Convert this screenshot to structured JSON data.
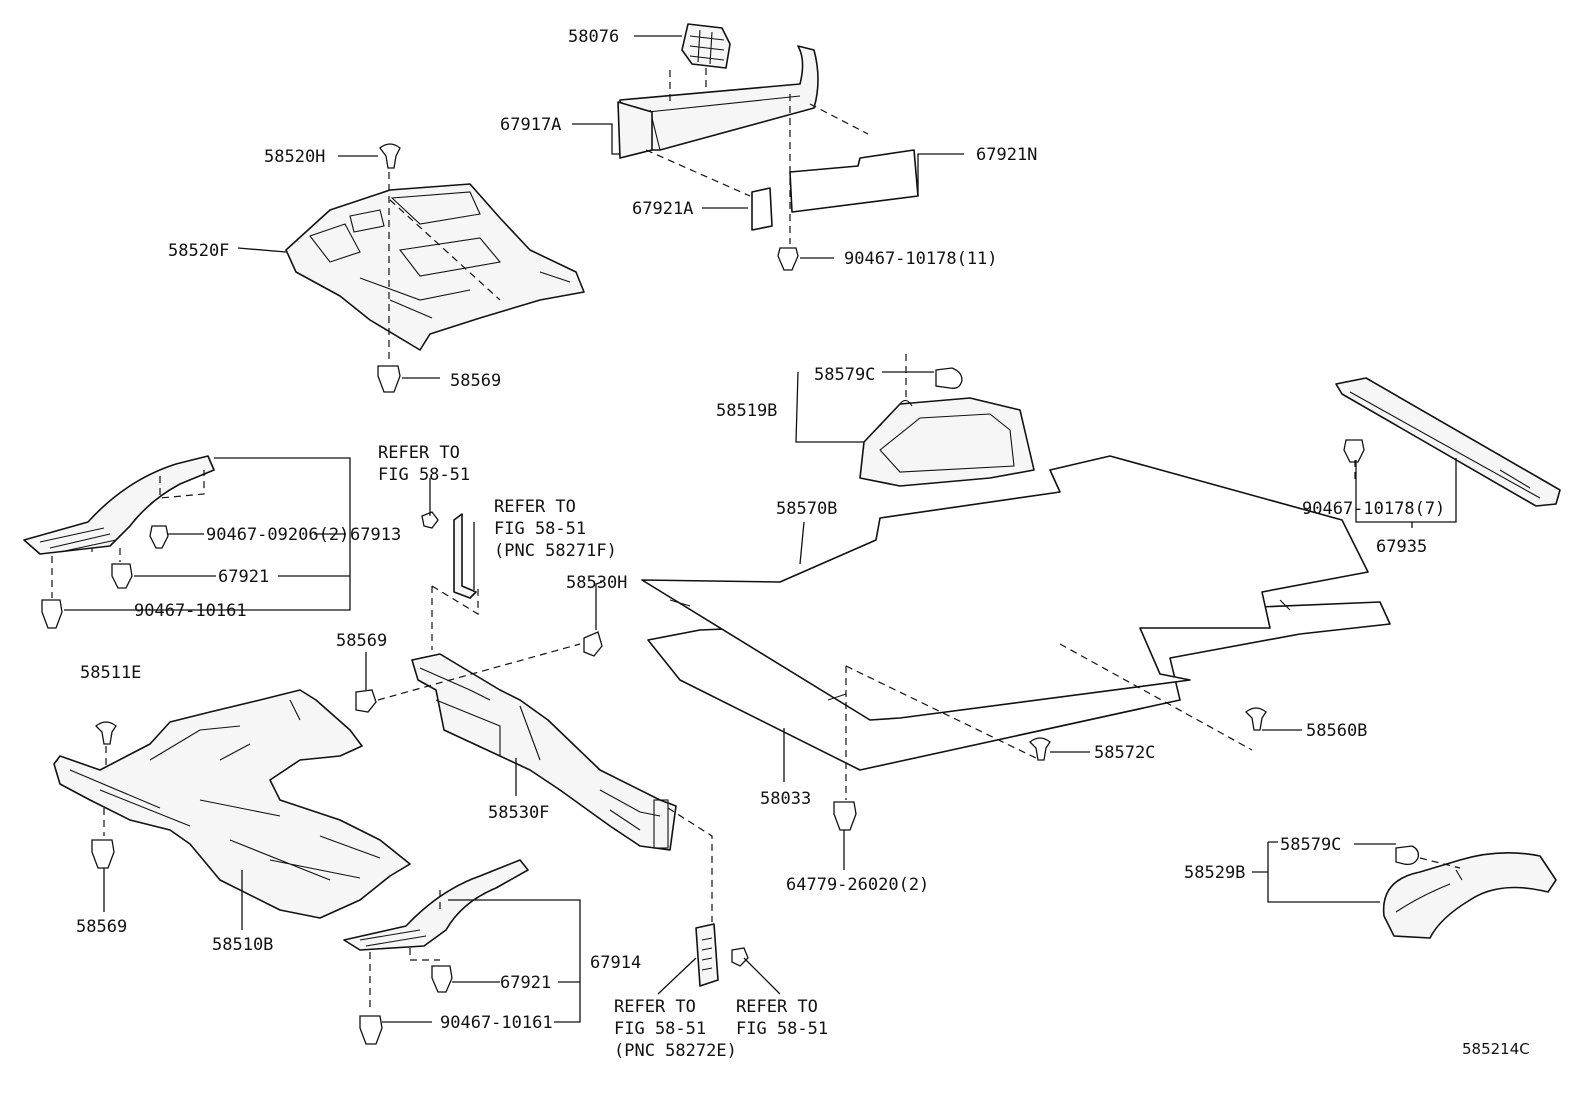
{
  "figure_code": "585214C",
  "labels": [
    {
      "id": "58076",
      "text": "58076"
    },
    {
      "id": "67917A",
      "text": "67917A"
    },
    {
      "id": "67921N",
      "text": "67921N"
    },
    {
      "id": "67921A",
      "text": "67921A"
    },
    {
      "id": "90467-10178-11",
      "text": "90467-10178(11)"
    },
    {
      "id": "58520H",
      "text": "58520H"
    },
    {
      "id": "58520F",
      "text": "58520F"
    },
    {
      "id": "58569-top",
      "text": "58569"
    },
    {
      "id": "58579C-top",
      "text": "58579C"
    },
    {
      "id": "58519B",
      "text": "58519B"
    },
    {
      "id": "58570B",
      "text": "58570B"
    },
    {
      "id": "90467-10178-7",
      "text": "90467-10178(7)"
    },
    {
      "id": "67935",
      "text": "67935"
    },
    {
      "id": "90467-09206",
      "text": "90467-09206(2)"
    },
    {
      "id": "67913",
      "text": "67913"
    },
    {
      "id": "67921-left",
      "text": "67921"
    },
    {
      "id": "90467-10161-left",
      "text": "90467-10161"
    },
    {
      "id": "58530H",
      "text": "58530H"
    },
    {
      "id": "58569-mid",
      "text": "58569"
    },
    {
      "id": "58511E",
      "text": "58511E"
    },
    {
      "id": "58530F",
      "text": "58530F"
    },
    {
      "id": "58033",
      "text": "58033"
    },
    {
      "id": "58572C",
      "text": "58572C"
    },
    {
      "id": "58560B",
      "text": "58560B"
    },
    {
      "id": "64779-26020",
      "text": "64779-26020(2)"
    },
    {
      "id": "58579C-bottom",
      "text": "58579C"
    },
    {
      "id": "58529B",
      "text": "58529B"
    },
    {
      "id": "58569-bottom",
      "text": "58569"
    },
    {
      "id": "58510B",
      "text": "58510B"
    },
    {
      "id": "67914",
      "text": "67914"
    },
    {
      "id": "67921-bottom",
      "text": "67921"
    },
    {
      "id": "90467-10161-bottom",
      "text": "90467-10161"
    }
  ],
  "references": [
    {
      "id": "ref-a",
      "lines": [
        "REFER TO",
        "FIG 58-51"
      ]
    },
    {
      "id": "ref-b",
      "lines": [
        "REFER TO",
        "FIG 58-51",
        "(PNC 58271F)"
      ]
    },
    {
      "id": "ref-c",
      "lines": [
        "REFER TO",
        "FIG 58-51",
        "(PNC 58272E)"
      ]
    },
    {
      "id": "ref-d",
      "lines": [
        "REFER TO",
        "FIG 58-51"
      ]
    }
  ]
}
